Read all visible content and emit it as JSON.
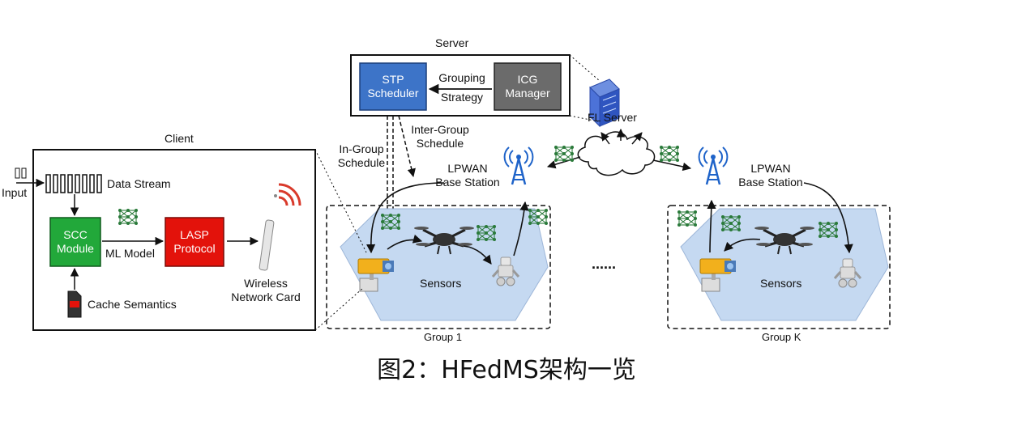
{
  "server": {
    "title": "Server",
    "stp_box": "STP\nScheduler",
    "grouping_strategy": "Grouping\nStrategy",
    "icg_box": "ICG\nManager",
    "fl_server": "FL Server"
  },
  "client": {
    "title": "Client",
    "input": "Input",
    "data_stream": "Data Stream",
    "scc_box": "SCC\nModule",
    "ml_model": "ML Model",
    "lasp_box": "LASP\nProtocol",
    "cache_semantics": "Cache Semantics",
    "wireless_card": "Wireless\nNetwork Card"
  },
  "labels": {
    "in_group": "In-Group\nSchedule",
    "inter_group": "Inter-Group\nSchedule",
    "lpwan_left": "LPWAN\nBase Station",
    "lpwan_right": "LPWAN\nBase Station",
    "sensors_left": "Sensors",
    "sensors_right": "Sensors",
    "group_1": "Group 1",
    "group_k": "Group K",
    "dots": "......"
  },
  "caption": "图2：HFedMS架构一览",
  "colors": {
    "stp": "#3d74c8",
    "icg": "#6b6b6b",
    "scc": "#22a83a",
    "lasp": "#e3120b",
    "hexagon": "#c5d9f1",
    "network": "#2a7a3a"
  }
}
